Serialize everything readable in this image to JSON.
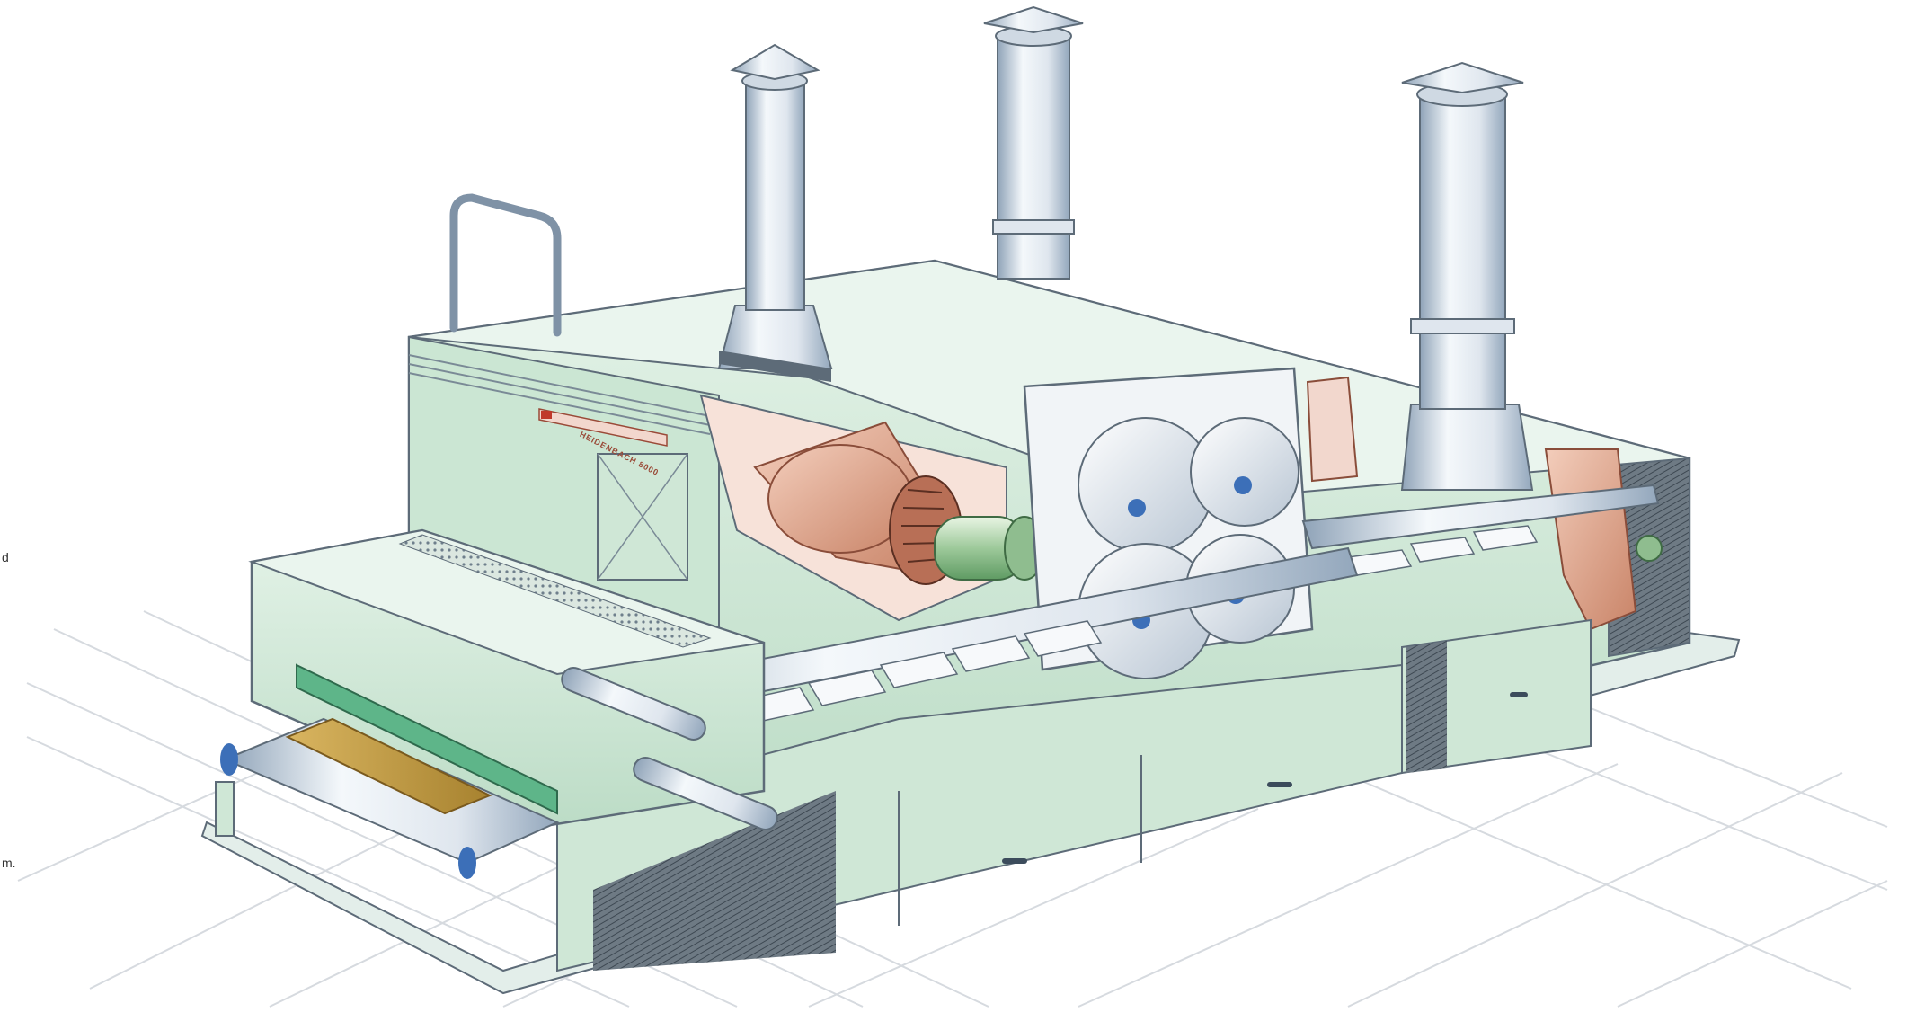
{
  "image": {
    "subject": "cutaway illustration of an industrial conveyor oven / dryer",
    "brand_plate_text": "HEIDENBACH 8000"
  },
  "edge_marks": [
    "d",
    "m."
  ],
  "palette": {
    "housing": "#cfe9d6",
    "housing_dark": "#a7c9b2",
    "metal": "#e4eaf1",
    "metal_shade": "#9fb0c2",
    "copper": "#e9b6a0",
    "copper_dark": "#c77d63",
    "grid": "#d7dbe0",
    "outline": "#5d6b78",
    "accent_blue": "#3c6fb8",
    "belt_gold": "#c8a24a"
  }
}
